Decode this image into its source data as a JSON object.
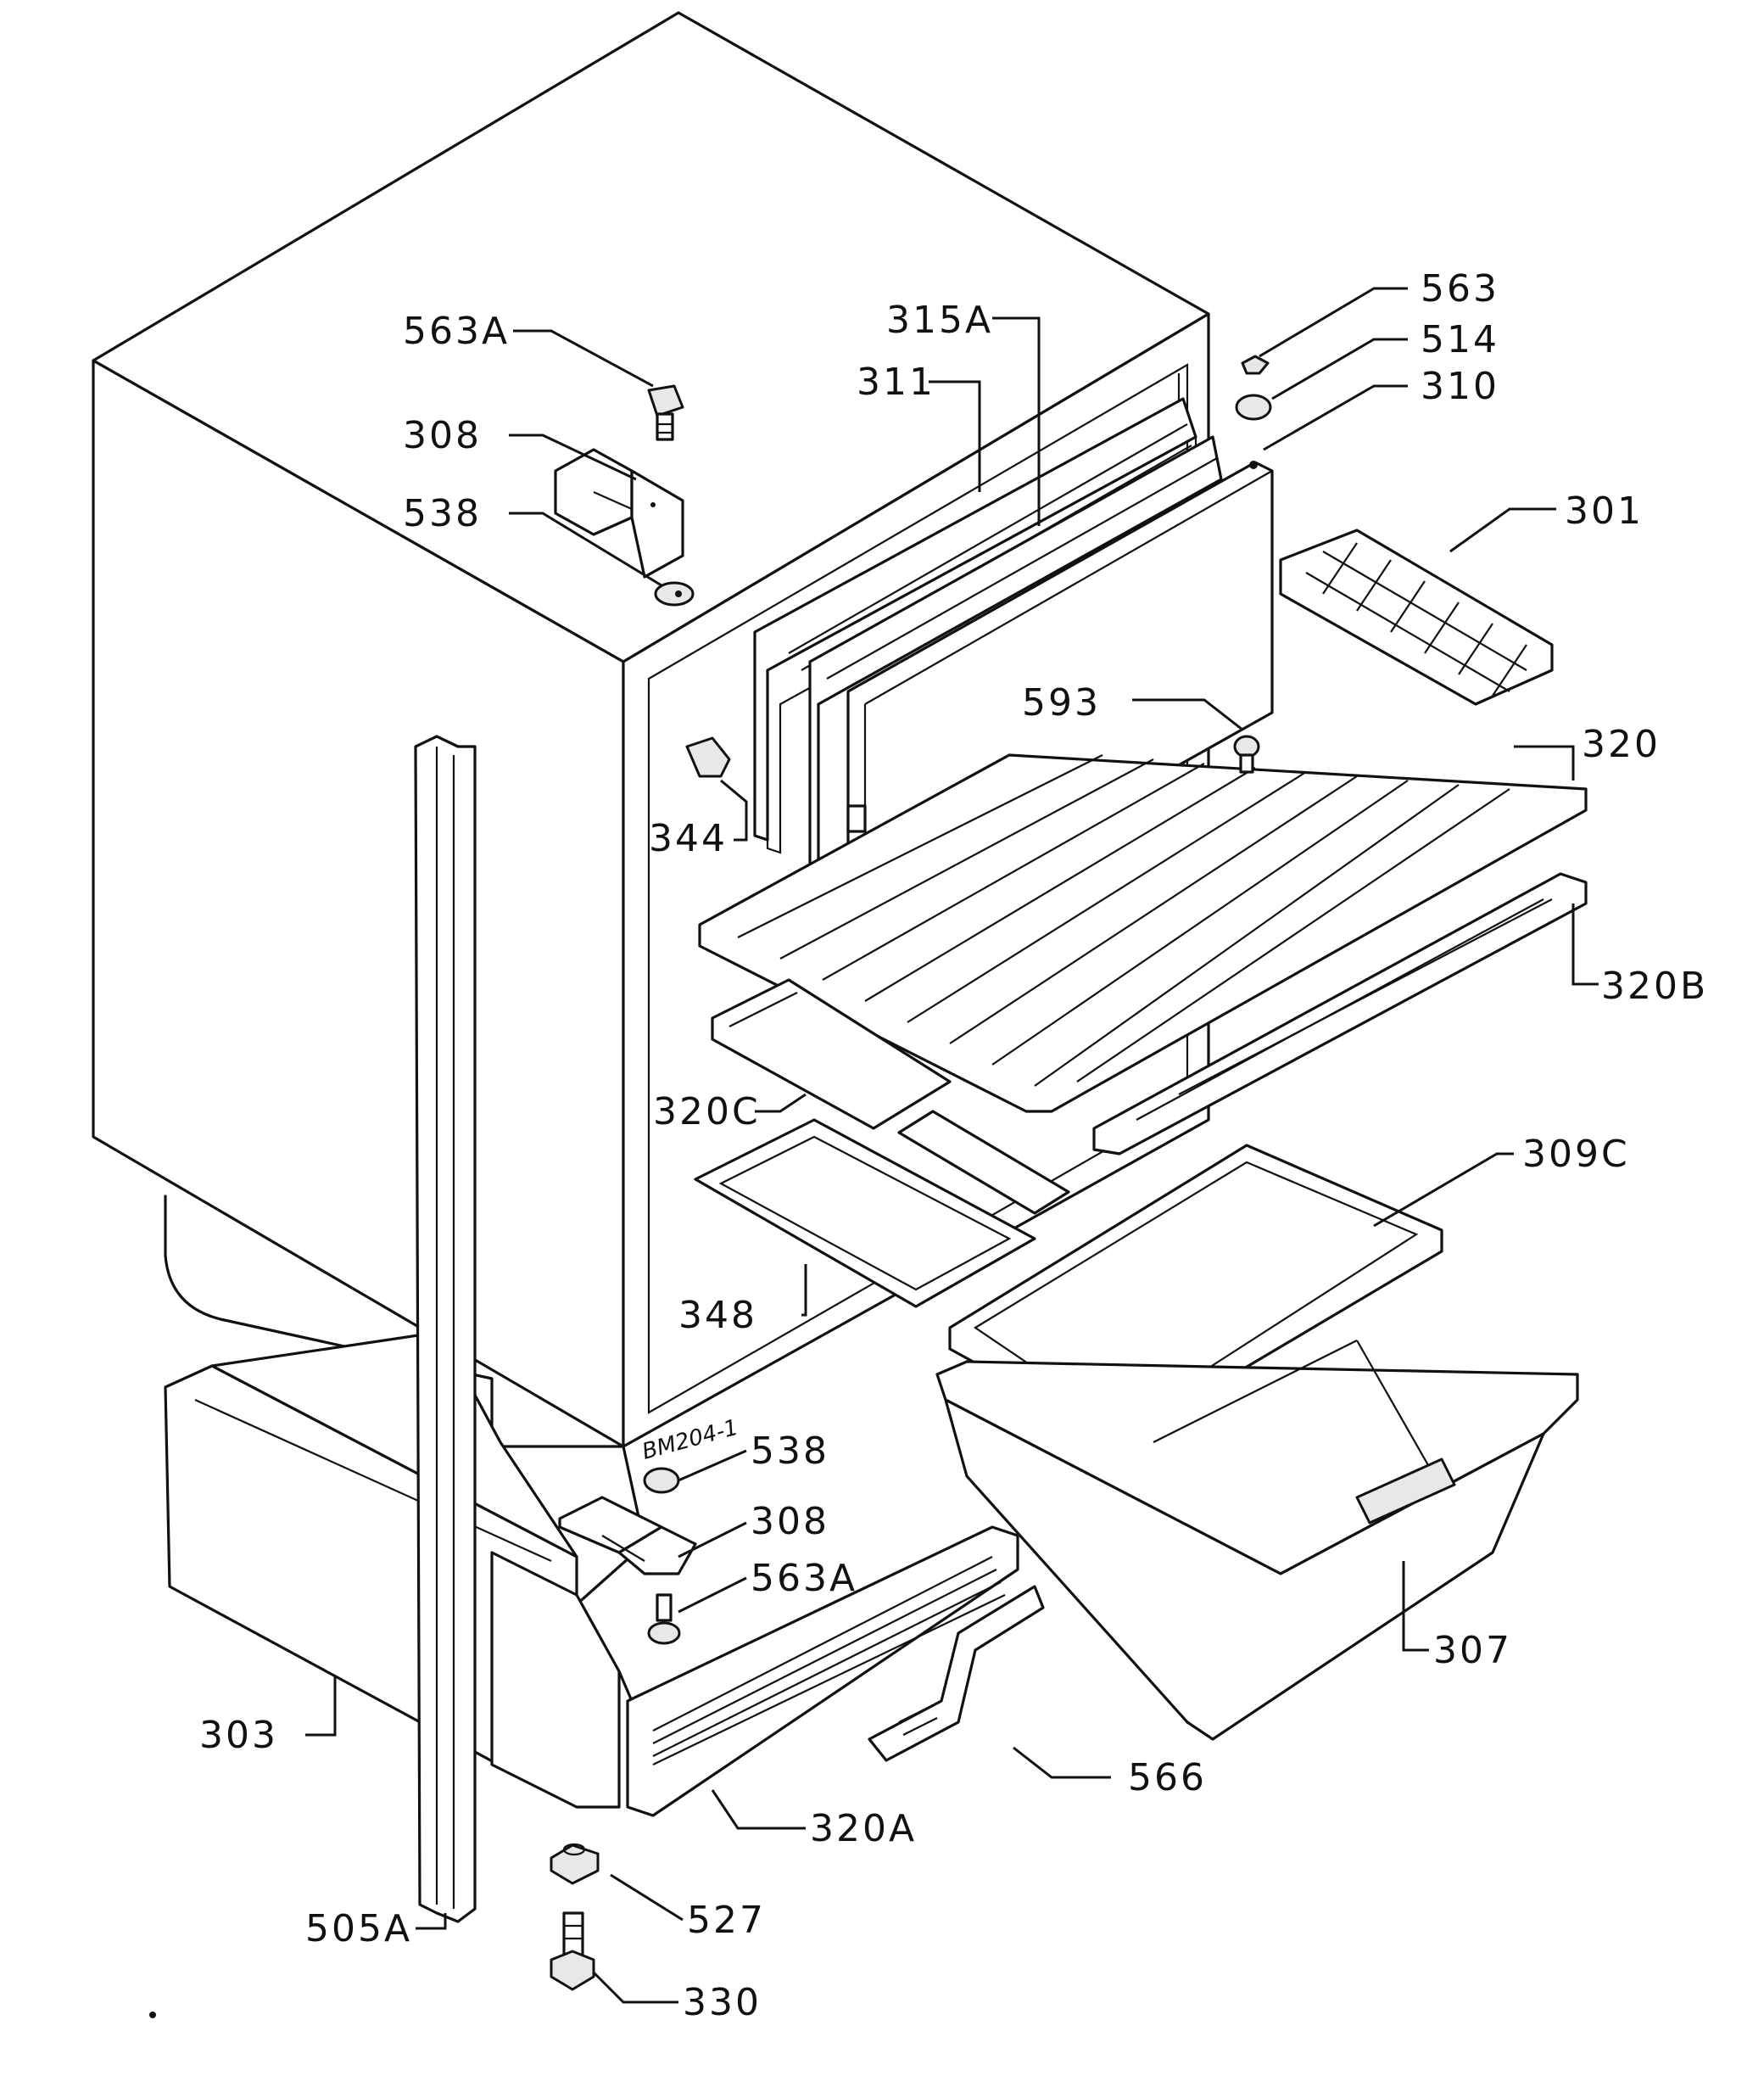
{
  "labels": {
    "p563A_top": "563A",
    "p308_top": "308",
    "p538_top": "538",
    "p315A": "315A",
    "p311": "311",
    "p563": "563",
    "p514": "514",
    "p310": "310",
    "p301": "301",
    "p593": "593",
    "p320": "320",
    "p344": "344",
    "p320B": "320B",
    "p320C": "320C",
    "p309C": "309C",
    "p348": "348",
    "p538_bot": "538",
    "p308_bot": "308",
    "p563A_bot": "563A",
    "p307": "307",
    "p303": "303",
    "p566": "566",
    "p320A": "320A",
    "p527": "527",
    "p505A": "505A",
    "p330": "330"
  },
  "annotation": "BM204-1"
}
